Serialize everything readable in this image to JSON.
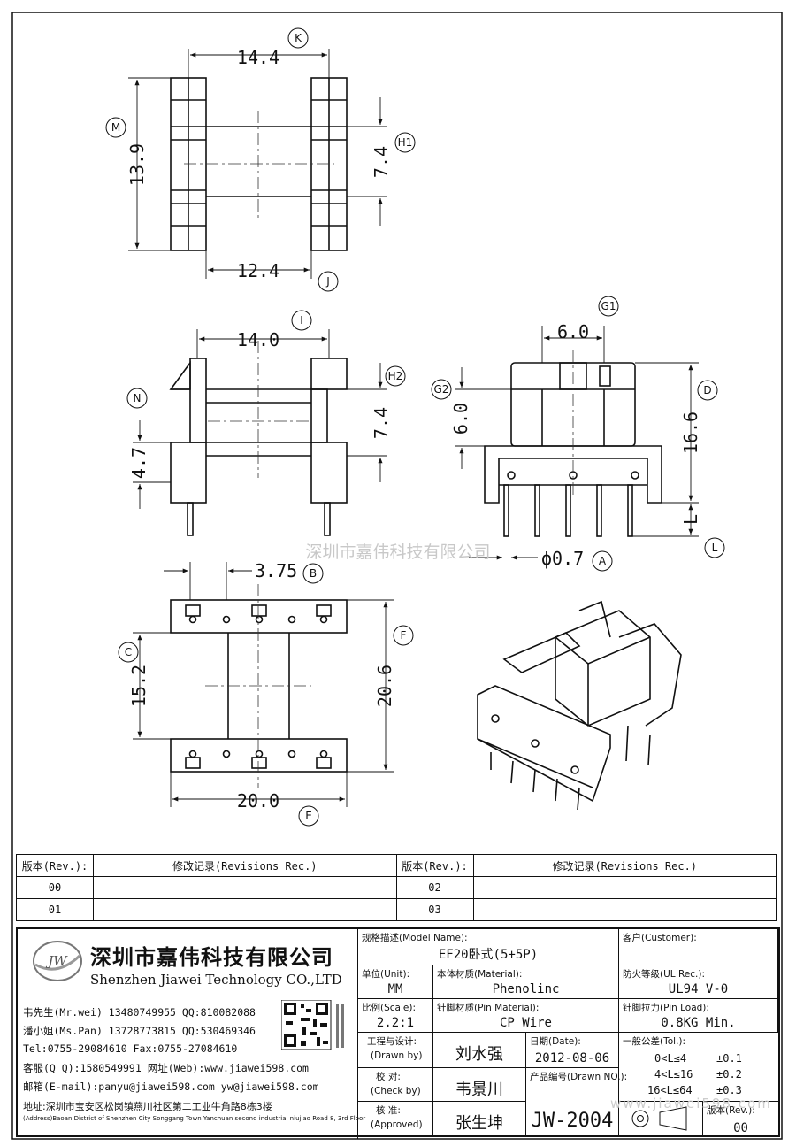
{
  "dims": {
    "d144": "14.4",
    "d139": "13.9",
    "d74a": "7.4",
    "d124": "12.4",
    "d140": "14.0",
    "d74b": "7.4",
    "d47": "4.7",
    "d60a": "6.0",
    "d60b": "6.0",
    "d166": "16.6",
    "dL": "L",
    "dphi": "ϕ0.7",
    "d375": "3.75",
    "d152": "15.2",
    "d206": "20.6",
    "d200": "20.0"
  },
  "tags": {
    "K": "K",
    "M": "M",
    "H1": "H1",
    "J": "J",
    "I": "I",
    "N": "N",
    "H2": "H2",
    "G1": "G1",
    "G2": "G2",
    "D": "D",
    "L": "L",
    "A": "A",
    "B": "B",
    "C": "C",
    "F": "F",
    "E": "E"
  },
  "watermark": "深圳市嘉伟科技有限公司",
  "watermark_bottom": "www.jiawei598.com",
  "revisions": {
    "h_rev": "版本(Rev.):",
    "h_rec": "修改记录(Revisions Rec.)",
    "r00": "00",
    "r01": "01",
    "r02": "02",
    "r03": "03"
  },
  "company": {
    "logo": "JW",
    "cn_name": "深圳市嘉伟科技有限公司",
    "en_name": "Shenzhen Jiawei Technology CO.,LTD",
    "c1": "韦先生(Mr.wei) 13480749955 QQ:810082088",
    "c2": "潘小姐(Ms.Pan) 13728773815 QQ:530469346",
    "c3": "Tel:0755-29084610      Fax:0755-27084610",
    "c4": "客服(Q Q):1580549991   网址(Web):www.jiawei598.com",
    "c5": "邮箱(E-mail):panyu@jiawei598.com  yw@jiawei598.com",
    "addr": "地址:深圳市宝安区松岗镇燕川社区第二工业牛角路8栋3楼",
    "addr_en": "(Address)Baoan District of Shenzhen City Songgang Town Yanchuan second industrial niujiao Road 8, 3rd Floor"
  },
  "title_block": {
    "model_label": "规格描述(Model Name):",
    "model_value": "EF20卧式(5+5P)",
    "customer_label": "客户(Customer):",
    "customer_value": "",
    "unit_label": "单位(Unit):",
    "unit_value": "MM",
    "material_label": "本体材质(Material):",
    "material_value": "Phenolinc",
    "ul_label": "防火等级(UL Rec.):",
    "ul_value": "UL94 V-0",
    "scale_label": "比例(Scale):",
    "scale_value": "2.2:1",
    "pin_label": "针脚材质(Pin Material):",
    "pin_value": "CP Wire",
    "load_label": "针脚拉力(Pin Load):",
    "load_value": "0.8KG Min.",
    "drawn_label": "工程与设计:",
    "drawn_sub": "(Drawn by)",
    "drawn_value": "刘水强",
    "date_label": "日期(Date):",
    "date_value": "2012-08-06",
    "check_label": "校  对:",
    "check_sub": "(Check by)",
    "check_value": "韦景川",
    "approve_label": "核  准:",
    "approve_sub": "(Approved)",
    "approve_value": "张生坤",
    "drawno_label": "产品编号(Drawn NO.):",
    "drawno_value": "JW-2004",
    "tol_label": "一般公差(Tol.):",
    "tol1": "0<L≤4",
    "tol1v": "±0.1",
    "tol2": "4<L≤16",
    "tol2v": "±0.2",
    "tol3": "16<L≤64",
    "tol3v": "±0.3",
    "rev_label": "版本(Rev.):",
    "rev_value": "00"
  }
}
